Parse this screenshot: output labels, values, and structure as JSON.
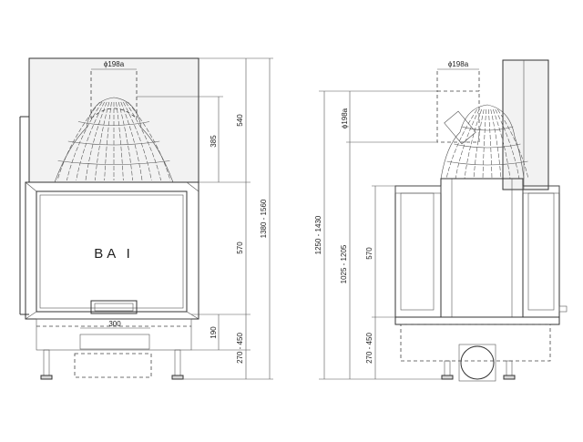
{
  "model_label": "BA I",
  "front_view": {
    "flue_diameter": "ϕ198a",
    "width_dim": "300",
    "dims_inner": [
      "385",
      "190"
    ],
    "dims_outer": [
      "540",
      "570",
      "270 - 450"
    ],
    "overall": "1380 - 1560"
  },
  "side_view": {
    "flue_top": "ϕ198a",
    "flue_side": "ϕ198a",
    "dims_inner": [
      "570",
      "270 - 450"
    ],
    "dim_mid": "1025 - 1205",
    "overall": "1250 - 1430"
  },
  "colors": {
    "line": "#333333",
    "panel": "#f2f2f2",
    "base": "#d9d9d9"
  }
}
